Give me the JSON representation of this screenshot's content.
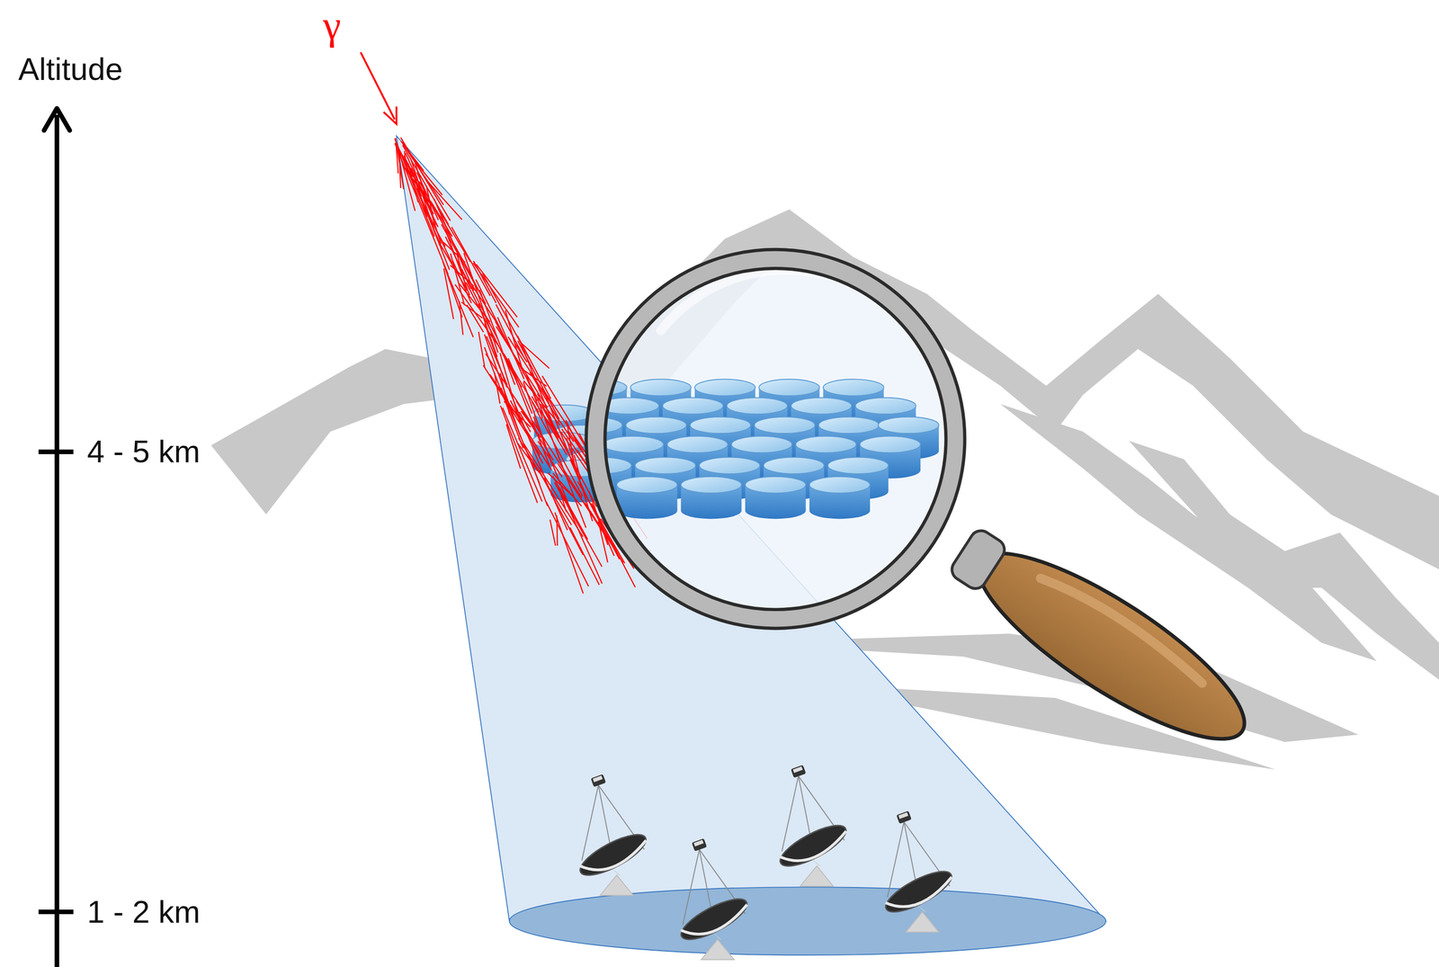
{
  "diagram": {
    "labels": [
      "Altitude",
      "4 - 5 km",
      "1 - 2 km",
      "γ"
    ]
  }
}
